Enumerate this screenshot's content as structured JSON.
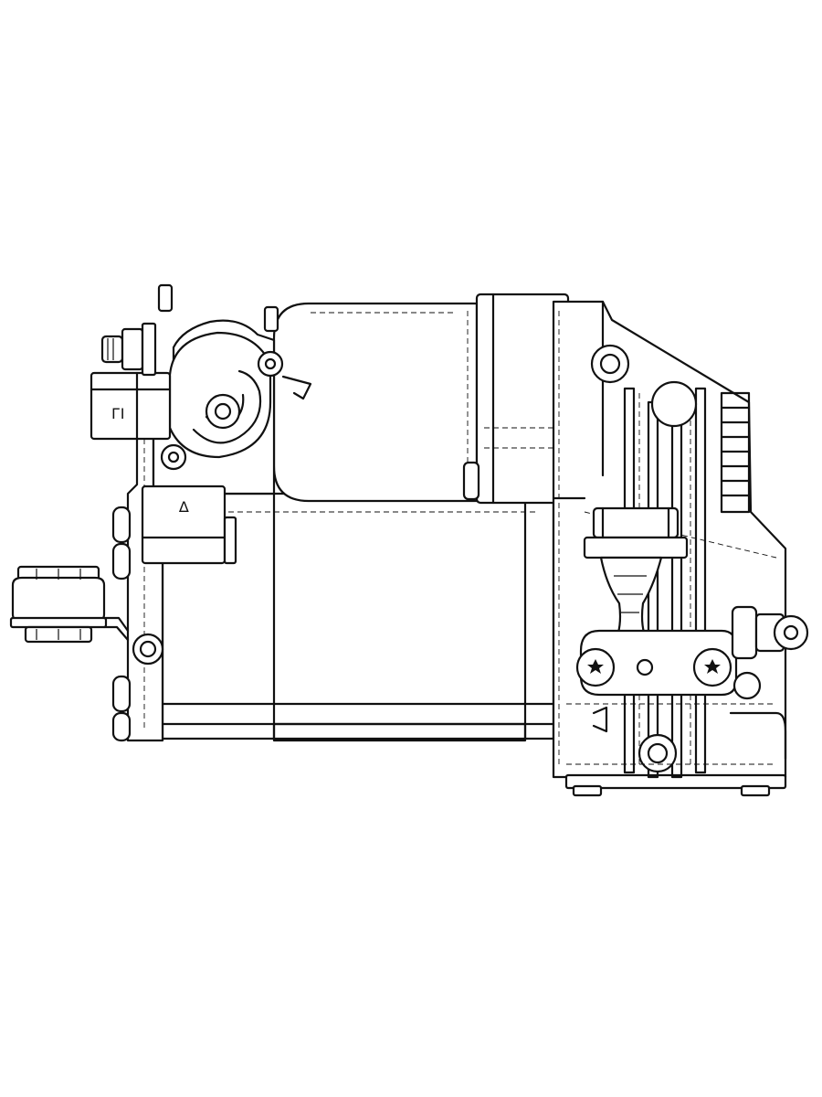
{
  "figure": {
    "subject": "air-suspension-compressor-unit",
    "view": "side",
    "style": "black-line-drawing",
    "line_color": "#111111",
    "background": "#ffffff"
  },
  "callouts": {
    "motor_connector_marking": "ГІ",
    "valve_connector_marking": "∆"
  }
}
